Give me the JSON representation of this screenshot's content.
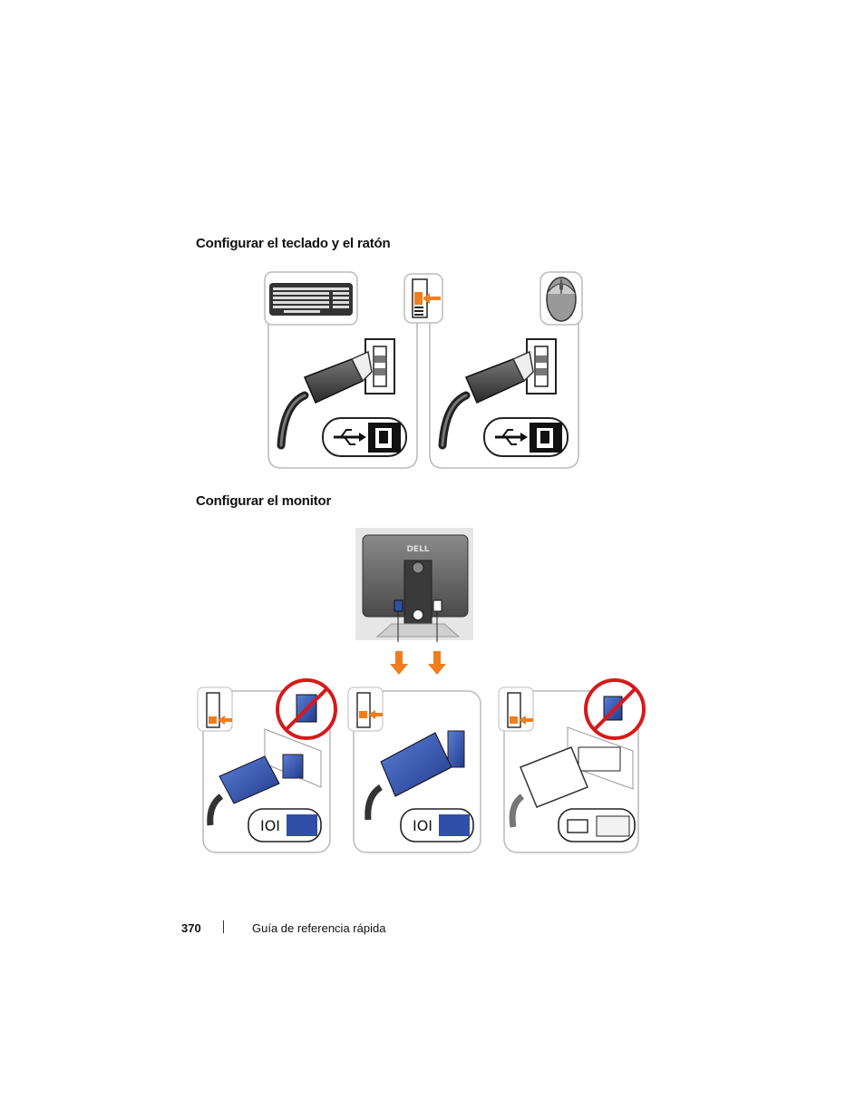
{
  "sections": {
    "keyboard_mouse": {
      "title": "Configurar el teclado y el ratón"
    },
    "monitor": {
      "title": "Configurar el monitor"
    }
  },
  "monitor": {
    "brand_logo": "DELL"
  },
  "icons": {
    "keyboard": "keyboard-icon",
    "mouse": "mouse-icon",
    "usb": "usb-icon",
    "vga": "vga-icon",
    "dvi": "dvi-icon",
    "prohibited": "prohibited-icon",
    "arrow": "arrow-icon"
  },
  "colors": {
    "accent_orange": "#f07d1e",
    "connector_blue": "#2f4fa8",
    "prohibited_red": "#d7191c"
  },
  "footer": {
    "page_number": "370",
    "title": "Guía de referencia rápida"
  }
}
